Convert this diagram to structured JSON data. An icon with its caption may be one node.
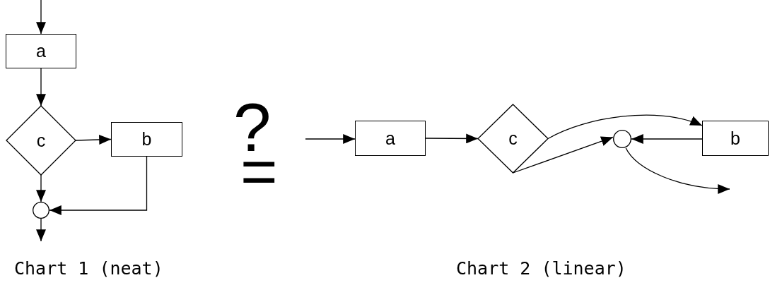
{
  "diagram": {
    "nodes": [
      {
        "text": [
          "a"
        ]
      },
      {
        "text": [
          "c"
        ]
      },
      {
        "text": [
          "b"
        ]
      },
      {
        "text": [],
        "shape": "circle"
      },
      {
        "text": [
          "a"
        ]
      },
      {
        "text": [
          "c"
        ]
      },
      {
        "text": [],
        "shape": "circle"
      },
      {
        "text": [
          "b"
        ]
      }
    ],
    "edges": [
      {
        "from": null,
        "to": 0,
        "arrow": "to"
      },
      {
        "from": 0,
        "to": 1,
        "arrow": "to"
      },
      {
        "from": 1,
        "to": 2,
        "arrow": "to"
      },
      {
        "from": 1,
        "to": 3,
        "arrow": "to"
      },
      {
        "from": 2,
        "to": 3,
        "arrow": "to"
      },
      {
        "from": 3,
        "to": null,
        "arrow": "to"
      },
      {
        "from": null,
        "to": 4,
        "arrow": "to"
      },
      {
        "from": 4,
        "to": 5,
        "arrow": "to"
      },
      {
        "from": 5,
        "to": 7,
        "arrow": "to"
      },
      {
        "from": 5,
        "to": 6,
        "arrow": "to"
      },
      {
        "from": 7,
        "to": 6,
        "arrow": "to"
      },
      {
        "from": 6,
        "to": null,
        "arrow": "to"
      }
    ],
    "labels": [
      "?",
      "=",
      "Chart 1 (neat)",
      "Chart 2 (linear)"
    ]
  }
}
